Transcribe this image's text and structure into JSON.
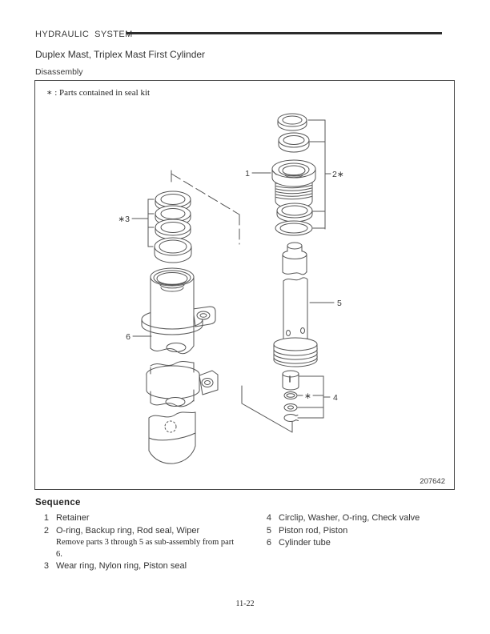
{
  "page": {
    "header": "HYDRAULIC  SYSTEM",
    "title": "Duplex Mast, Triplex Mast First Cylinder",
    "subtitle": "Disassembly",
    "page_number": "11-22"
  },
  "figure": {
    "seal_kit_note": "∗ : Parts contained in seal kit",
    "figure_number": "207642",
    "callouts": {
      "retainer": "1",
      "rod_seal_group": "2∗",
      "piston_seal_group": "∗3",
      "check_valve_group": "4",
      "piston_rod": "5",
      "cylinder_tube": "6",
      "seal_kit_star": "∗"
    }
  },
  "sequence": {
    "heading": "Sequence",
    "items_left": [
      {
        "num": "1",
        "text": "Retainer",
        "note": ""
      },
      {
        "num": "2",
        "text": "O-ring, Backup ring, Rod seal, Wiper",
        "note": "Remove parts 3 through 5 as sub-assembly from part 6."
      },
      {
        "num": "3",
        "text": "Wear ring, Nylon ring, Piston seal",
        "note": ""
      }
    ],
    "items_right": [
      {
        "num": "4",
        "text": "Circlip, Washer, O-ring, Check valve"
      },
      {
        "num": "5",
        "text": "Piston rod, Piston"
      },
      {
        "num": "6",
        "text": "Cylinder tube"
      }
    ]
  }
}
